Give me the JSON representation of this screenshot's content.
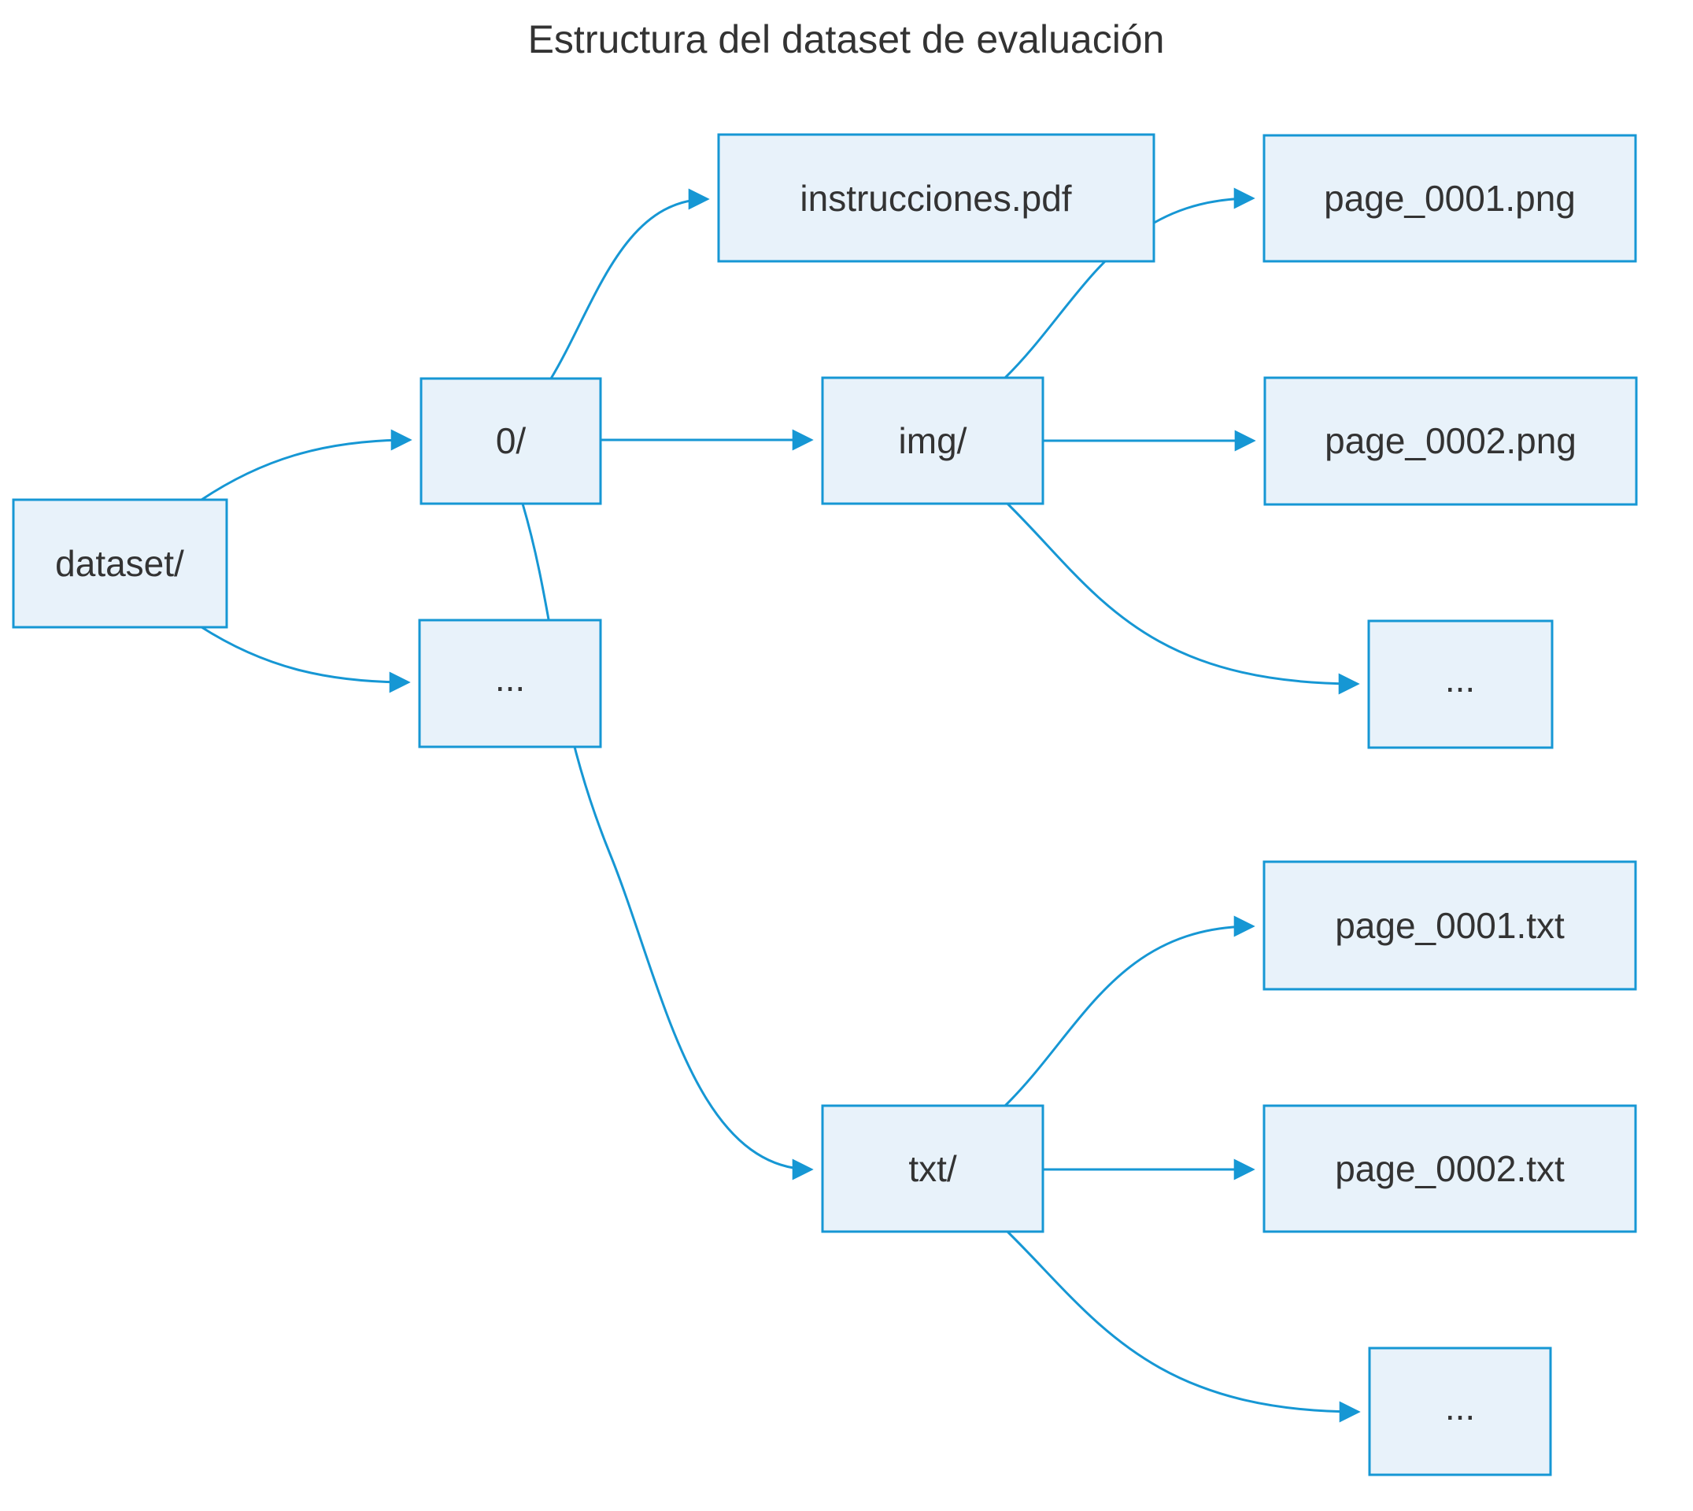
{
  "title": "Estructura del dataset de evaluación",
  "diagram": {
    "nodes": {
      "dataset": {
        "label": "dataset/"
      },
      "folder0": {
        "label": "0/"
      },
      "dots_root": {
        "label": "..."
      },
      "instrucciones": {
        "label": "instrucciones.pdf"
      },
      "img": {
        "label": "img/"
      },
      "png1": {
        "label": "page_0001.png"
      },
      "png2": {
        "label": "page_0002.png"
      },
      "dots_img": {
        "label": "..."
      },
      "txt": {
        "label": "txt/"
      },
      "txt1": {
        "label": "page_0001.txt"
      },
      "txt2": {
        "label": "page_0002.txt"
      },
      "dots_txt": {
        "label": "..."
      }
    },
    "edges": [
      {
        "from": "dataset/",
        "to": "0/"
      },
      {
        "from": "dataset/",
        "to": "..."
      },
      {
        "from": "0/",
        "to": "instrucciones.pdf"
      },
      {
        "from": "0/",
        "to": "img/"
      },
      {
        "from": "0/",
        "to": "txt/"
      },
      {
        "from": "img/",
        "to": "page_0001.png"
      },
      {
        "from": "img/",
        "to": "page_0002.png"
      },
      {
        "from": "img/",
        "to": "..."
      },
      {
        "from": "txt/",
        "to": "page_0001.txt"
      },
      {
        "from": "txt/",
        "to": "page_0002.txt"
      },
      {
        "from": "txt/",
        "to": "..."
      }
    ],
    "colors": {
      "node_fill": "#e8f2fa",
      "node_border": "#1697d4",
      "edge": "#1697d4",
      "text": "#333333"
    }
  }
}
